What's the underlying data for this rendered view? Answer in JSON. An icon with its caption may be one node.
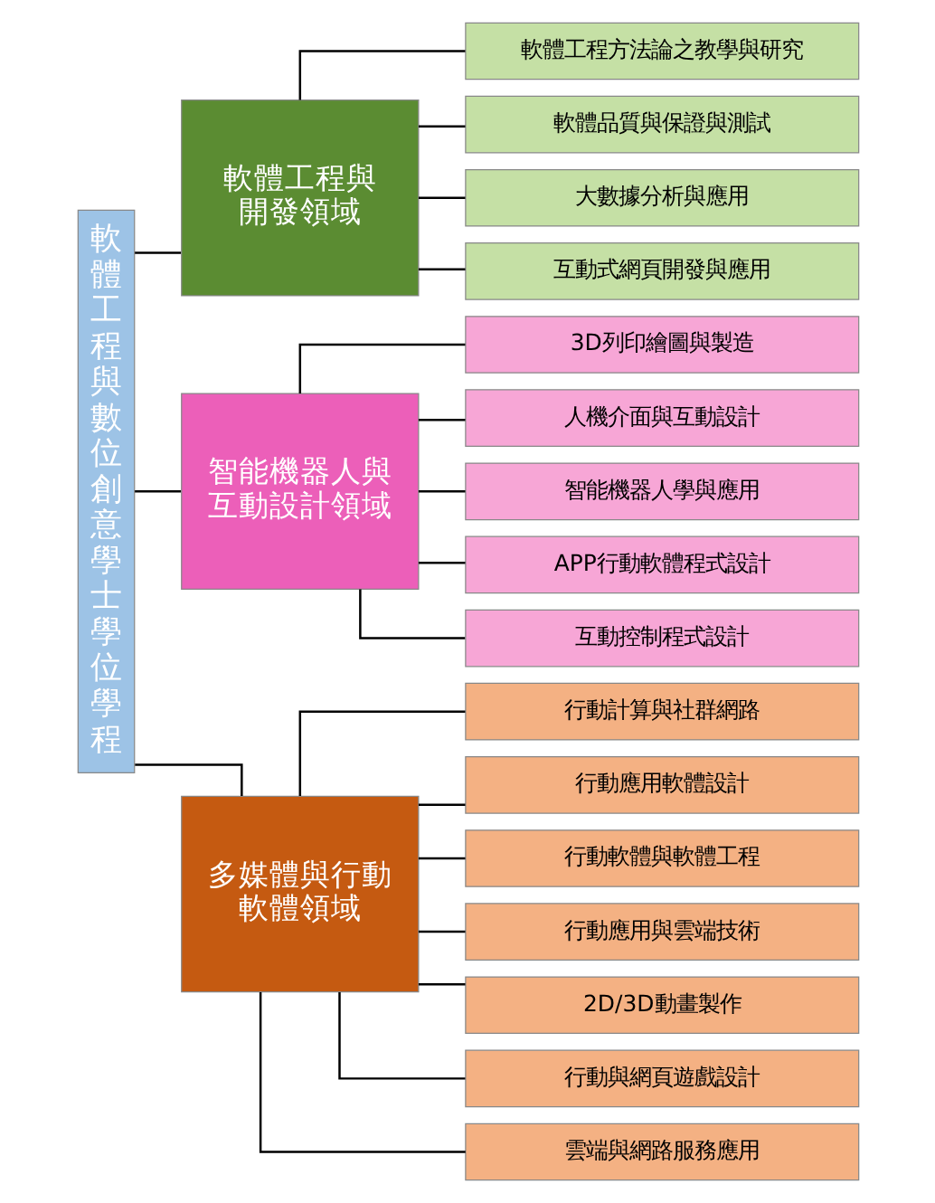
{
  "diagram": {
    "nodes": [
      {
        "text": [
          "軟體工程與數位創意學士學位學程"
        ]
      },
      {
        "text": [
          "軟體工程與開發領域"
        ]
      },
      {
        "text": [
          "軟體工程方法論之教學與研究"
        ]
      },
      {
        "text": [
          "軟體品質與保證與測試"
        ]
      },
      {
        "text": [
          "大數據分析與應用"
        ]
      },
      {
        "text": [
          "互動式網頁開發與應用"
        ]
      },
      {
        "text": [
          "智能機器人與互動設計領域"
        ]
      },
      {
        "text": [
          "3D列印繪圖與製造"
        ]
      },
      {
        "text": [
          "人機介面與互動設計"
        ]
      },
      {
        "text": [
          "智能機器人學與應用"
        ]
      },
      {
        "text": [
          "APP行動軟體程式設計"
        ]
      },
      {
        "text": [
          "互動控制程式設計"
        ]
      },
      {
        "text": [
          "多媒體與行動軟體領域"
        ]
      },
      {
        "text": [
          "行動計算與社群網路"
        ]
      },
      {
        "text": [
          "行動應用軟體設計"
        ]
      },
      {
        "text": [
          "行動軟體與軟體工程"
        ]
      },
      {
        "text": [
          "行動應用與雲端技術"
        ]
      },
      {
        "text": [
          "2D/3D動畫製作"
        ]
      },
      {
        "text": [
          "行動與網頁遊戲設計"
        ]
      },
      {
        "text": [
          "雲端與網路服務應用"
        ]
      }
    ],
    "edges": [
      {
        "from": 0,
        "to": 1,
        "arrow": "none"
      },
      {
        "from": 0,
        "to": 6,
        "arrow": "none"
      },
      {
        "from": 0,
        "to": 12,
        "arrow": "none"
      },
      {
        "from": 1,
        "to": 2,
        "arrow": "none"
      },
      {
        "from": 1,
        "to": 3,
        "arrow": "none"
      },
      {
        "from": 1,
        "to": 4,
        "arrow": "none"
      },
      {
        "from": 1,
        "to": 5,
        "arrow": "none"
      },
      {
        "from": 6,
        "to": 7,
        "arrow": "none"
      },
      {
        "from": 6,
        "to": 8,
        "arrow": "none"
      },
      {
        "from": 6,
        "to": 9,
        "arrow": "none"
      },
      {
        "from": 6,
        "to": 10,
        "arrow": "none"
      },
      {
        "from": 6,
        "to": 11,
        "arrow": "none"
      },
      {
        "from": 12,
        "to": 13,
        "arrow": "none"
      },
      {
        "from": 12,
        "to": 14,
        "arrow": "none"
      },
      {
        "from": 12,
        "to": 15,
        "arrow": "none"
      },
      {
        "from": 12,
        "to": 16,
        "arrow": "none"
      },
      {
        "from": 12,
        "to": 17,
        "arrow": "none"
      },
      {
        "from": 12,
        "to": 18,
        "arrow": "none"
      },
      {
        "from": 12,
        "to": 19,
        "arrow": "none"
      }
    ]
  }
}
